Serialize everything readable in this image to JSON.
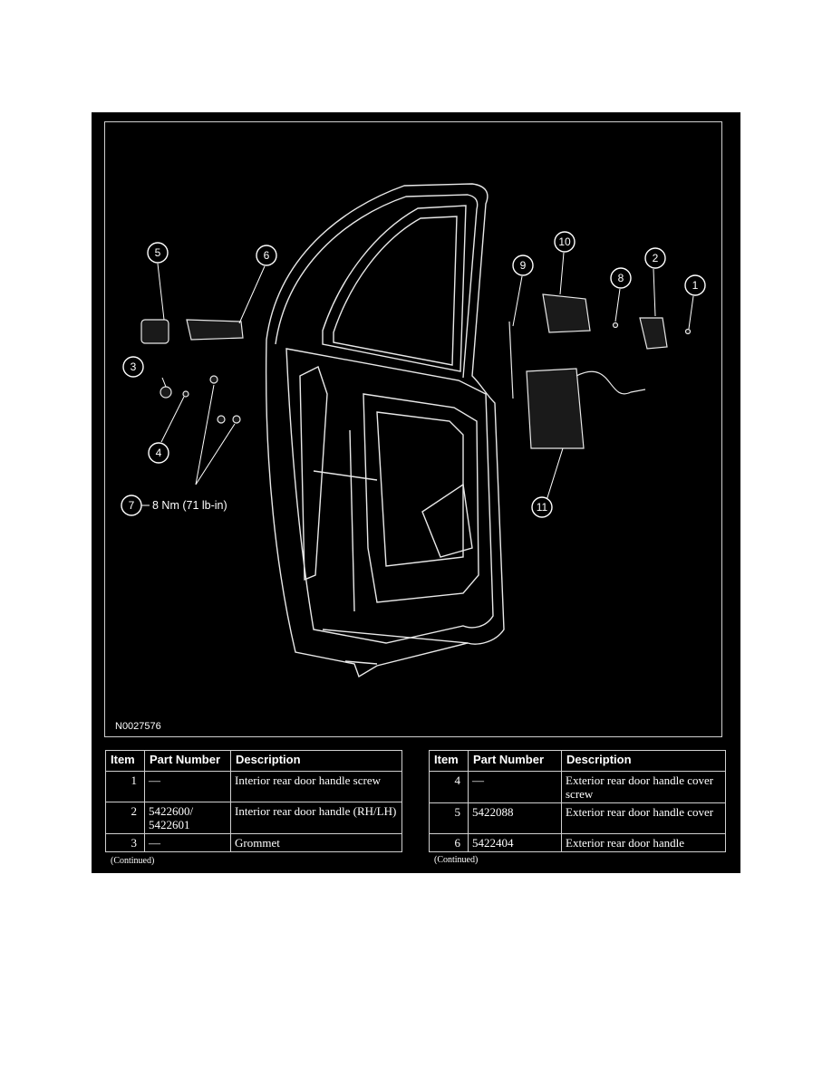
{
  "figure": {
    "code": "N0027576",
    "torque_label": "8 Nm (71 lb-in)",
    "callouts": [
      "1",
      "2",
      "3",
      "4",
      "5",
      "6",
      "7",
      "8",
      "9",
      "10",
      "11"
    ]
  },
  "table_left": {
    "headers": [
      "Item",
      "Part Number",
      "Description"
    ],
    "rows": [
      {
        "item": "1",
        "part": "—",
        "description": "Interior rear door handle screw"
      },
      {
        "item": "2",
        "part": "5422600/ 5422601",
        "description": "Interior rear door handle (RH/LH)"
      },
      {
        "item": "3",
        "part": "—",
        "description": "Grommet"
      }
    ],
    "continued": "(Continued)"
  },
  "table_right": {
    "headers": [
      "Item",
      "Part Number",
      "Description"
    ],
    "rows": [
      {
        "item": "4",
        "part": "—",
        "description": "Exterior rear door handle cover screw"
      },
      {
        "item": "5",
        "part": "5422088",
        "description": "Exterior rear door handle cover"
      },
      {
        "item": "6",
        "part": "5422404",
        "description": "Exterior rear door handle"
      }
    ],
    "continued": "(Continued)"
  }
}
